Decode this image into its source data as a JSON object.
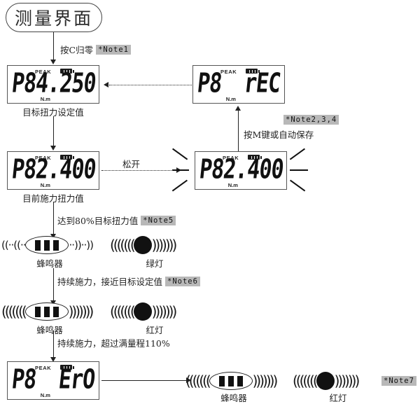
{
  "title": {
    "text": "测量界面"
  },
  "steps": {
    "zero": {
      "label": "按C归零",
      "note": "*Note1"
    },
    "save": {
      "label": "按M键或自动保存",
      "note": "*Note2,3,4"
    },
    "release": {
      "label": "松开"
    },
    "reach80": {
      "label": "达到80%目标扭力值",
      "note": "*Note5"
    },
    "approach": {
      "label": "持续施力，接近目标设定值",
      "note": "*Note6"
    },
    "overload": {
      "label": "持续施力，超过满量程110%"
    },
    "error_note": {
      "note": "*Note7"
    }
  },
  "displays": {
    "target": {
      "peak": "PEAK",
      "unit": "N.m",
      "channel": "P8",
      "value": "4.250",
      "caption": "目标扭力设定值"
    },
    "rec": {
      "peak": "PEAK",
      "unit": "N.m",
      "channel": "P8",
      "value": "rEC",
      "caption": ""
    },
    "current": {
      "peak": "PEAK",
      "unit": "N.m",
      "channel": "P8",
      "value": "2.400",
      "caption": "目前施力扭力值"
    },
    "flash": {
      "peak": "PEAK",
      "unit": "N.m",
      "channel": "P8",
      "value": "2.400",
      "caption": ""
    },
    "error": {
      "peak": "PEAK",
      "unit": "N.m",
      "channel": "P8",
      "value": "ErO",
      "caption": ""
    }
  },
  "indicators": {
    "buzzer_label": "蜂鸣器",
    "green_light_label": "绿灯",
    "red_light_label": "红灯",
    "waves_left_weak": "((··((··",
    "waves_right_weak": "··))··))",
    "waves_left_strong": "(((((((",
    "waves_right_strong": ")))))))",
    "waves_left_lamp": "(((((((",
    "waves_right_lamp": ")))))))"
  },
  "colors": {
    "ink": "#1a1a1a",
    "note_bg": "#b8b8b8",
    "lcd_border": "#555555"
  }
}
